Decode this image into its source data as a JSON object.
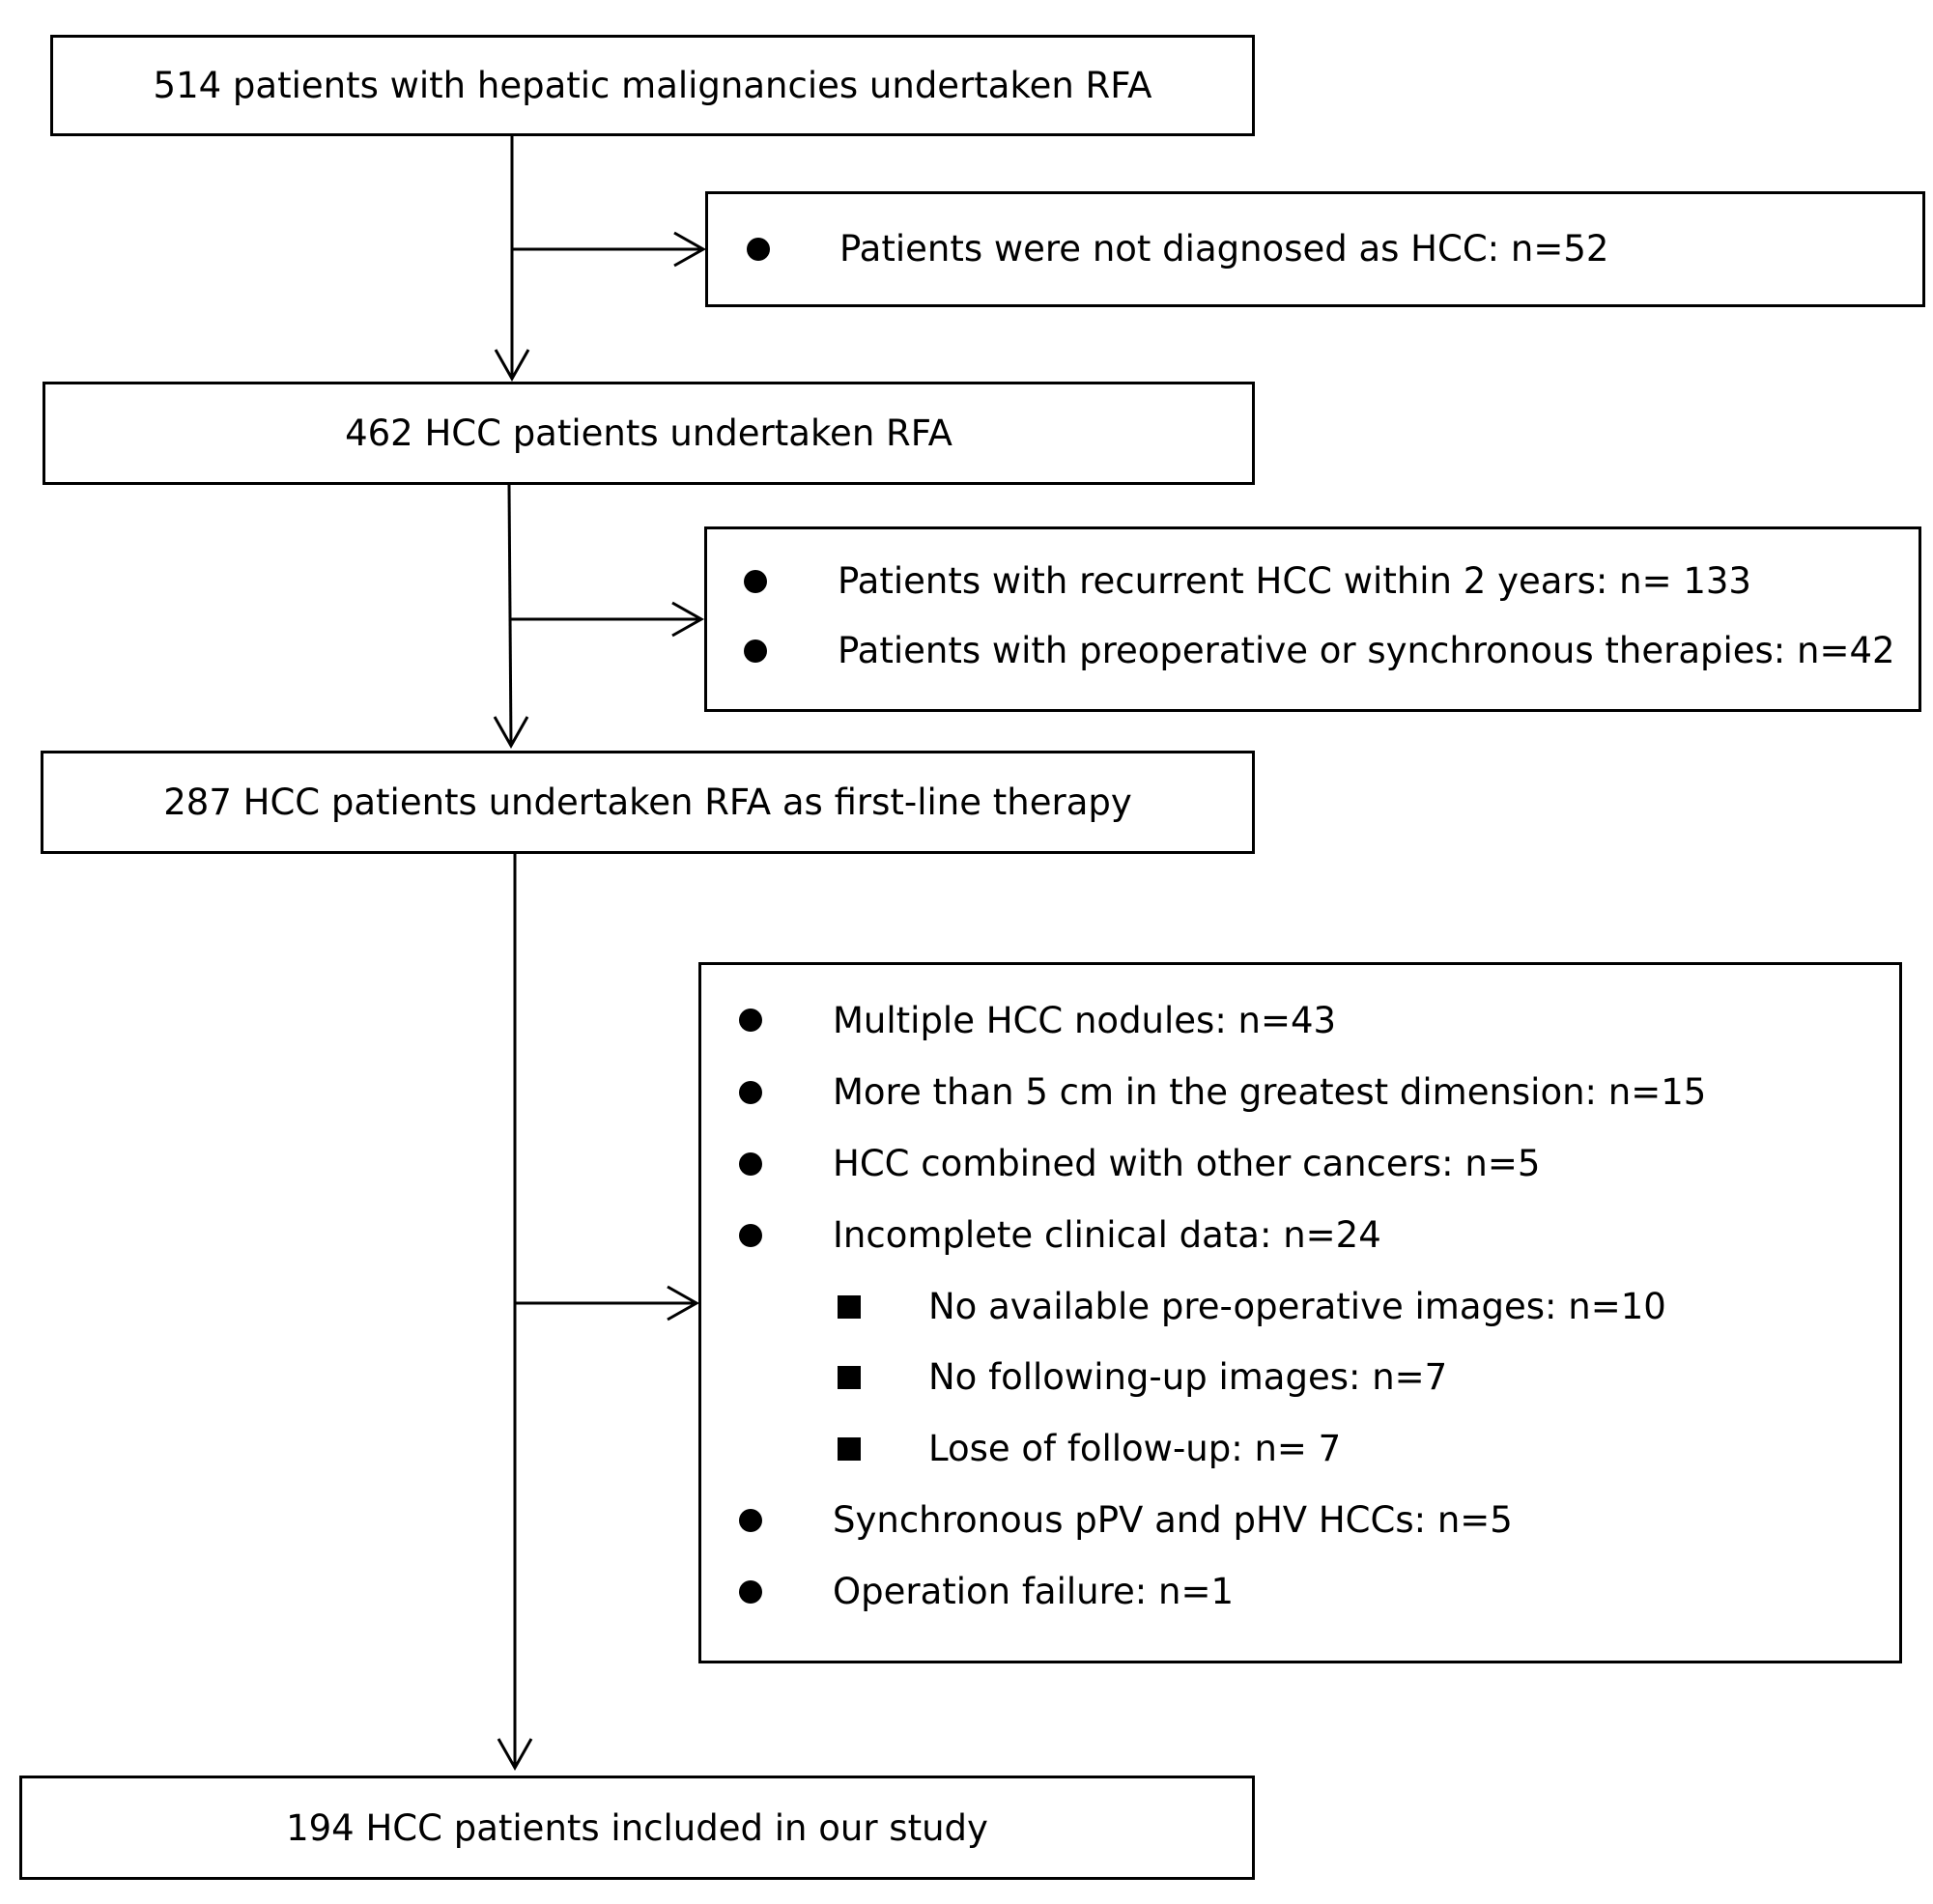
{
  "boxes": {
    "box1": "514 patients with hepatic malignancies undertaken RFA",
    "box2": "462 HCC patients undertaken RFA",
    "box3": "287 HCC patients undertaken RFA as first-line therapy",
    "box4": "194 HCC patients included in our study"
  },
  "exclusions": {
    "ex1": [
      "Patients were not diagnosed as HCC: n=52"
    ],
    "ex2": [
      "Patients with recurrent HCC within 2 years: n= 133",
      "Patients with preoperative or synchronous therapies: n=42"
    ],
    "ex3": [
      "Multiple HCC nodules: n=43",
      "More than 5 cm in the greatest dimension: n=15",
      "HCC combined with other cancers: n=5",
      "Incomplete clinical data: n=24",
      "No available pre-operative images: n=10",
      "No following-up images: n=7",
      "Lose of follow-up: n= 7",
      "Synchronous pPV and pHV HCCs: n=5",
      "Operation failure: n=1"
    ]
  }
}
